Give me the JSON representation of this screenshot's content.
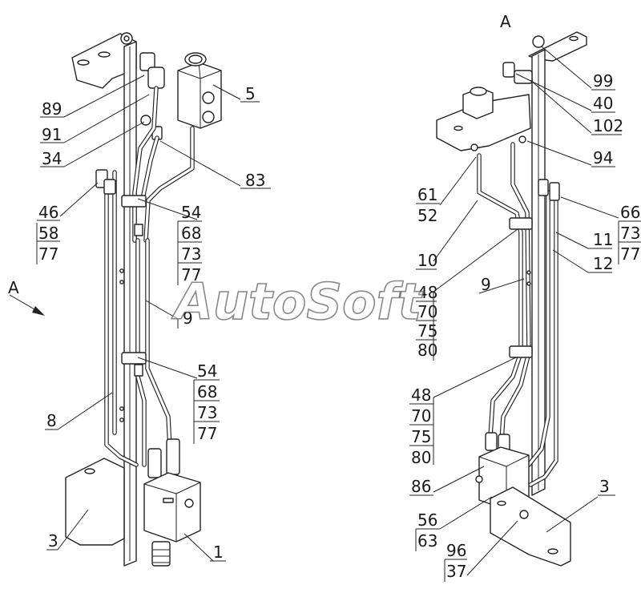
{
  "view_label": "A",
  "watermark": "AutoSoft",
  "left_callouts": {
    "c89": "89",
    "c91": "91",
    "c34": "34",
    "c5": "5",
    "c83": "83",
    "c46": "46",
    "c58": "58",
    "c77a": "77",
    "c54a": "54",
    "c68a": "68",
    "c73a": "73",
    "c77b": "77",
    "c9": "9",
    "c54b": "54",
    "c68b": "68",
    "c73b": "73",
    "c77c": "77",
    "c8": "8",
    "c3": "3",
    "c1": "1"
  },
  "right_callouts": {
    "c99": "99",
    "c40": "40",
    "c102": "102",
    "c94": "94",
    "c61": "61",
    "c52": "52",
    "c66": "66",
    "c73": "73",
    "c77": "77",
    "c11": "11",
    "c12": "12",
    "c10": "10",
    "c9": "9",
    "c48a": "48",
    "c70a": "70",
    "c75a": "75",
    "c80a": "80",
    "c48b": "48",
    "c70b": "70",
    "c75b": "75",
    "c80b": "80",
    "c86": "86",
    "c3": "3",
    "c56": "56",
    "c63": "63",
    "c96": "96",
    "c37": "37"
  }
}
